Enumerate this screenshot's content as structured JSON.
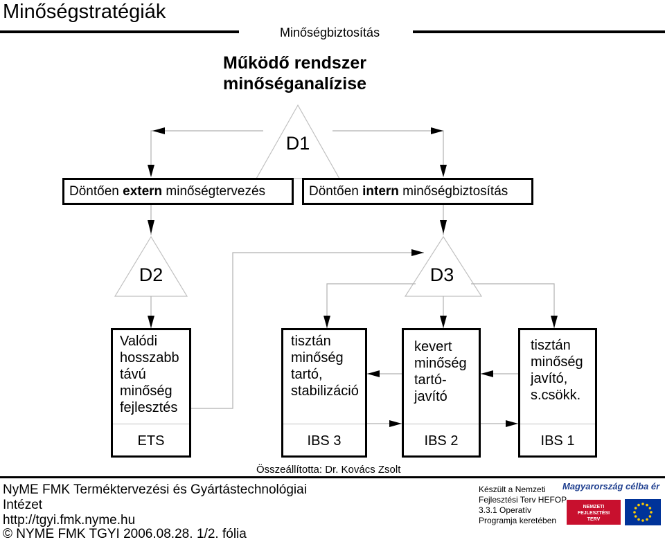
{
  "header": {
    "title": "Minőségstratégiák",
    "subtitle": "Minőségbiztosítás"
  },
  "main_title": {
    "line1": "Működő rendszer",
    "line2": "minőséganalízise"
  },
  "decisions": {
    "d1": "D1",
    "d2": "D2",
    "d3": "D3"
  },
  "level1": {
    "left": {
      "prefix": "Döntően ",
      "bold": "extern",
      "suffix": " minőségtervezés"
    },
    "right": {
      "prefix": "Döntően ",
      "bold": "intern",
      "suffix": " minőségbiztosítás"
    }
  },
  "strategies": [
    {
      "lines": [
        "Valódi",
        "hosszabb",
        "távú",
        "minőség",
        "fejlesztés"
      ],
      "code": "ETS"
    },
    {
      "lines": [
        "tisztán",
        "minőség",
        "tartó,",
        "stabilizáció"
      ],
      "code": "IBS 3"
    },
    {
      "lines": [
        "kevert",
        "minőség",
        "tartó-",
        "javító"
      ],
      "code": "IBS 2"
    },
    {
      "lines": [
        "tisztán",
        "minőség",
        "javító,",
        "s.csökk."
      ],
      "code": "IBS 1"
    }
  ],
  "compiled_by": "Összeállította: Dr. Kovács Zsolt",
  "footer": {
    "institute_line1": "NyME FMK Terméktervezési és Gyártástechnológiai",
    "institute_line2": "Intézet",
    "url": "http://tgyi.fmk.nyme.hu",
    "copyright": "© NYME FMK TGYI 2006.08.28.",
    "page": "1/2. fólia",
    "funding_lines": [
      "Készült a Nemzeti",
      "Fejlesztési Terv HEFOP",
      "3.3.1 Operatív",
      "Programja keretében"
    ],
    "banner": "Magyarország célba ér",
    "nft_logo_lines": [
      "NEMZETI",
      "FEJLESZTÉSI",
      "TERV"
    ]
  },
  "colors": {
    "arrow": "#000000",
    "connector": "#b0b0b0",
    "triangle_stroke": "#c0c0c0",
    "banner_blue": "#1f3f8f",
    "nft_red": "#c8102e",
    "eu_blue": "#003399",
    "eu_star": "#ffcc00"
  }
}
